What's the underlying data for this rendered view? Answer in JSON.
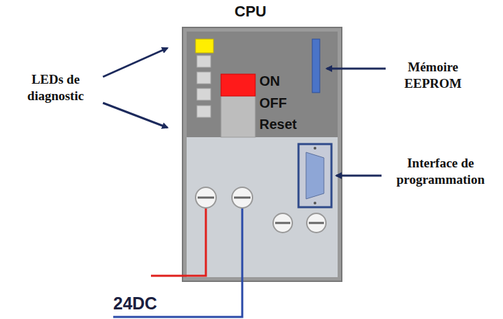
{
  "diagram": {
    "title": "CPU",
    "labels": [
      "LEDs de diagnostic",
      "ON",
      "OFF",
      "Reset",
      "Mémoire EEPROM",
      "Interface de programmation",
      "24DC"
    ]
  }
}
